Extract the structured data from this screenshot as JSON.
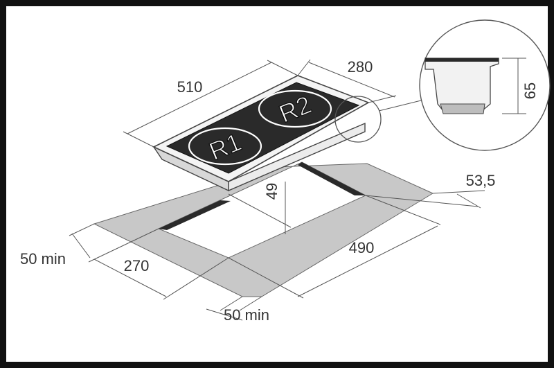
{
  "diagram": {
    "burners": [
      "R1",
      "R2"
    ],
    "dimensions": {
      "hob_width": "510",
      "hob_depth": "280",
      "detail_height": "65",
      "cutout_depth": "49",
      "right_clearance": "53,5",
      "cutout_width": "490",
      "cutout_depth_plan": "270",
      "left_min": "50 min",
      "front_min": "50 min"
    },
    "colors": {
      "worktop": "#c8c8c8",
      "glass": "#2a2a2a",
      "frame": "#111111",
      "line": "#555555"
    }
  }
}
